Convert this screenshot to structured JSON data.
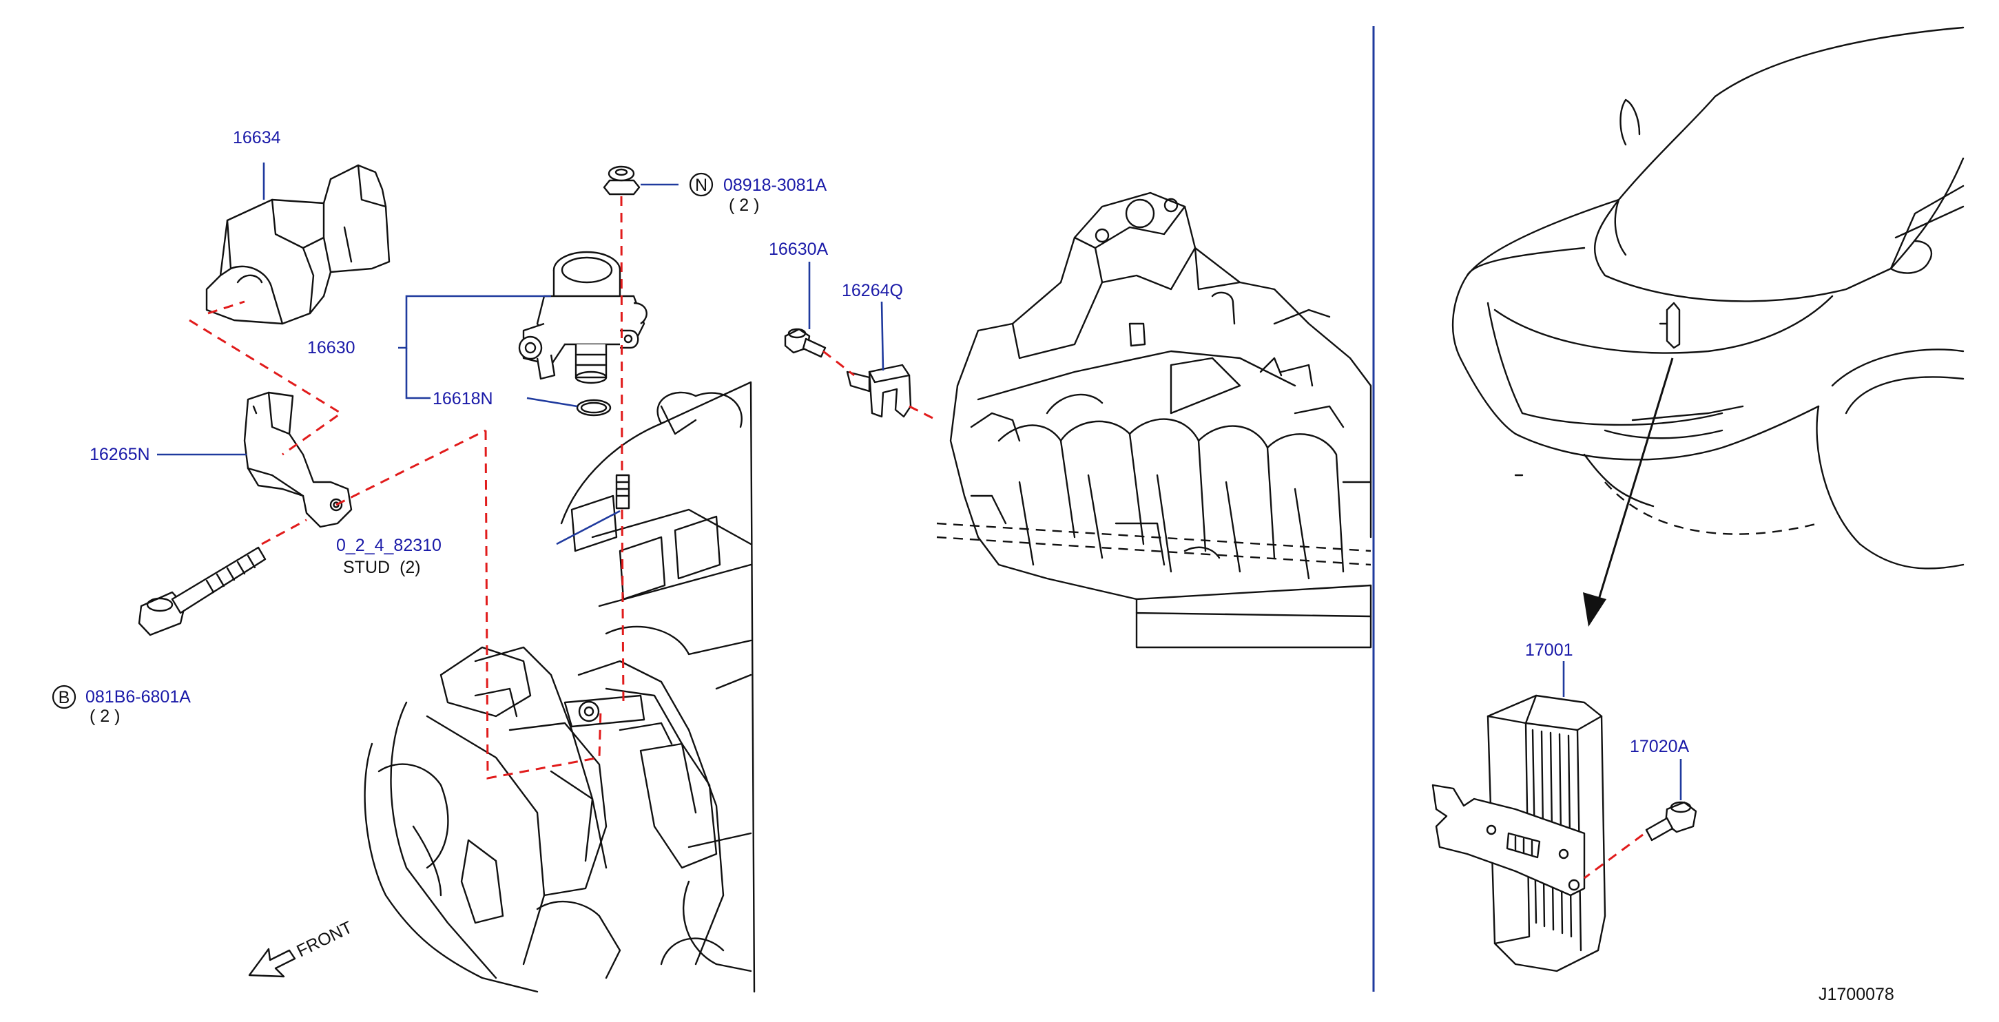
{
  "diagram": {
    "code": "J1700078",
    "front_label": "FRONT",
    "parts": {
      "p16634": "16634",
      "p16630": "16630",
      "p16618N": "16618N",
      "p16265N": "16265N",
      "p16630A": "16630A",
      "p16264Q": "16264Q",
      "p17001": "17001",
      "p17020A": "17020A",
      "nut": {
        "symbol": "N",
        "number": "08918-3081A",
        "qty": "( 2 )"
      },
      "bolt": {
        "symbol": "B",
        "number": "081B6-6801A",
        "qty": "( 2 )"
      },
      "stud": {
        "number": "0_2_4_82310",
        "desc": "STUD",
        "qty": "(2)"
      }
    }
  },
  "colors": {
    "label_blue": "#1a1aa8",
    "leader_blue": "#1f3a9e",
    "dash_red": "#e11b1b",
    "line_black": "#111111"
  }
}
